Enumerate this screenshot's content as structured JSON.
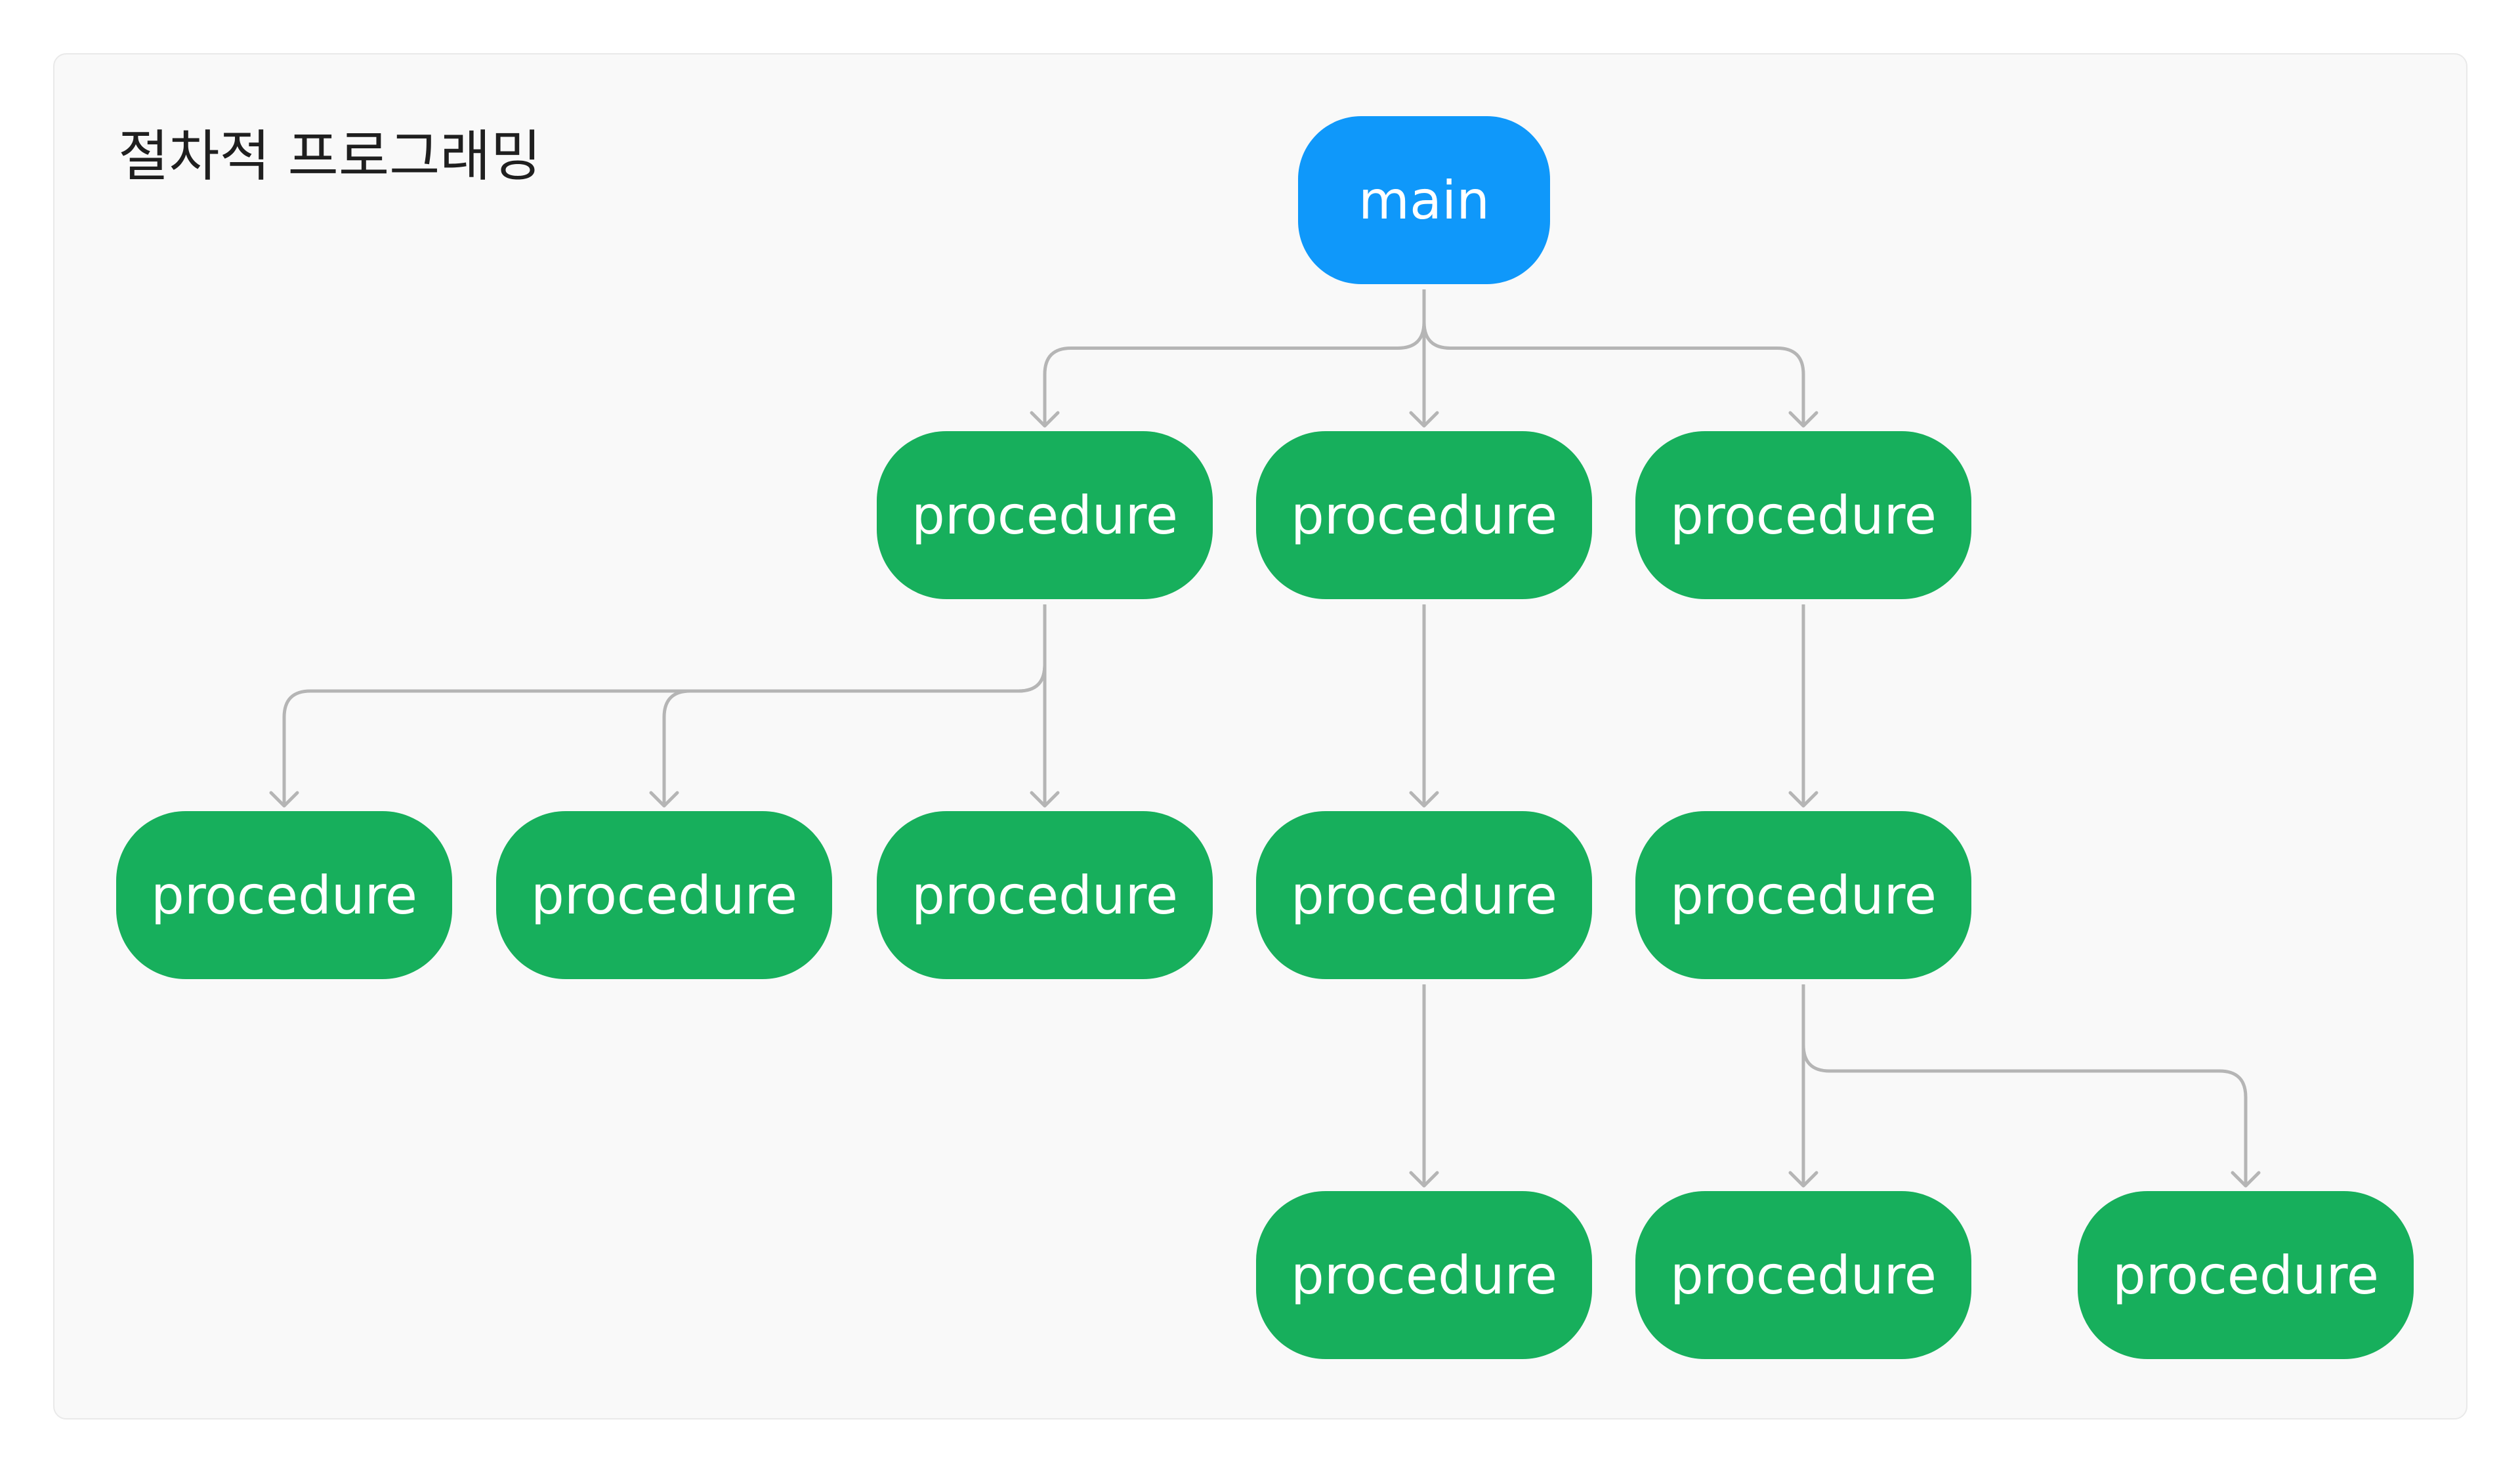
{
  "title": "절차적 프로그래밍",
  "colors": {
    "main": "#0f98fa",
    "procedure": "#17af5c",
    "edge": "#b5b5b5",
    "panel": "#f9f9f9"
  },
  "nodes": [
    {
      "id": "main",
      "label": "main",
      "kind": "main"
    },
    {
      "id": "p1",
      "label": "procedure",
      "kind": "procedure"
    },
    {
      "id": "p2",
      "label": "procedure",
      "kind": "procedure"
    },
    {
      "id": "p3",
      "label": "procedure",
      "kind": "procedure"
    },
    {
      "id": "p4",
      "label": "procedure",
      "kind": "procedure"
    },
    {
      "id": "p5",
      "label": "procedure",
      "kind": "procedure"
    },
    {
      "id": "p6",
      "label": "procedure",
      "kind": "procedure"
    },
    {
      "id": "p7",
      "label": "procedure",
      "kind": "procedure"
    },
    {
      "id": "p8",
      "label": "procedure",
      "kind": "procedure"
    },
    {
      "id": "p9",
      "label": "procedure",
      "kind": "procedure"
    },
    {
      "id": "p10",
      "label": "procedure",
      "kind": "procedure"
    },
    {
      "id": "p11",
      "label": "procedure",
      "kind": "procedure"
    }
  ],
  "edges": [
    {
      "from": "main",
      "to": "p1"
    },
    {
      "from": "main",
      "to": "p2"
    },
    {
      "from": "main",
      "to": "p3"
    },
    {
      "from": "p1",
      "to": "p4"
    },
    {
      "from": "p1",
      "to": "p5"
    },
    {
      "from": "p1",
      "to": "p6"
    },
    {
      "from": "p2",
      "to": "p7"
    },
    {
      "from": "p3",
      "to": "p8"
    },
    {
      "from": "p7",
      "to": "p9"
    },
    {
      "from": "p8",
      "to": "p10"
    },
    {
      "from": "p8",
      "to": "p11"
    }
  ]
}
